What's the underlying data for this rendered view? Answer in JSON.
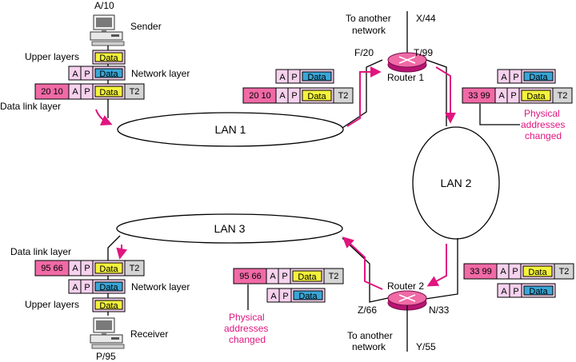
{
  "colors": {
    "pink": "#f06aa6",
    "lavender": "#f6d2ee",
    "blue": "#3aa6d6",
    "yellow": "#f4f23c",
    "gray": "#d4d4d4",
    "magenta": "#e0157f"
  },
  "icons": {
    "computer": "computer-icon",
    "router": "router-icon"
  },
  "sender": {
    "address": "A/10",
    "label": "Sender",
    "upper_label": "Upper layers",
    "network_label": "Network layer",
    "datalink_label": "Data link layer"
  },
  "receiver": {
    "address": "P/95",
    "label": "Receiver",
    "upper_label": "Upper layers",
    "network_label": "Network layer",
    "datalink_label": "Data link layer"
  },
  "lans": {
    "lan1": "LAN 1",
    "lan2": "LAN 2",
    "lan3": "LAN 3"
  },
  "router1": {
    "label": "Router 1",
    "port_left": "F/20",
    "port_right": "T/99",
    "port_up": "X/44",
    "to_another": "To another",
    "network": "network"
  },
  "router2": {
    "label": "Router 2",
    "port_left": "Z/66",
    "port_right": "N/33",
    "port_down": "Y/55",
    "to_another": "To another",
    "network": "network"
  },
  "packet": {
    "data": "Data",
    "a": "A",
    "p": "P",
    "trailer": "T2",
    "addr_a": "20 10",
    "addr_b": "33 99",
    "addr_c": "95 66"
  },
  "notes": {
    "physical": "Physical",
    "addresses": "addresses",
    "changed": "changed"
  }
}
